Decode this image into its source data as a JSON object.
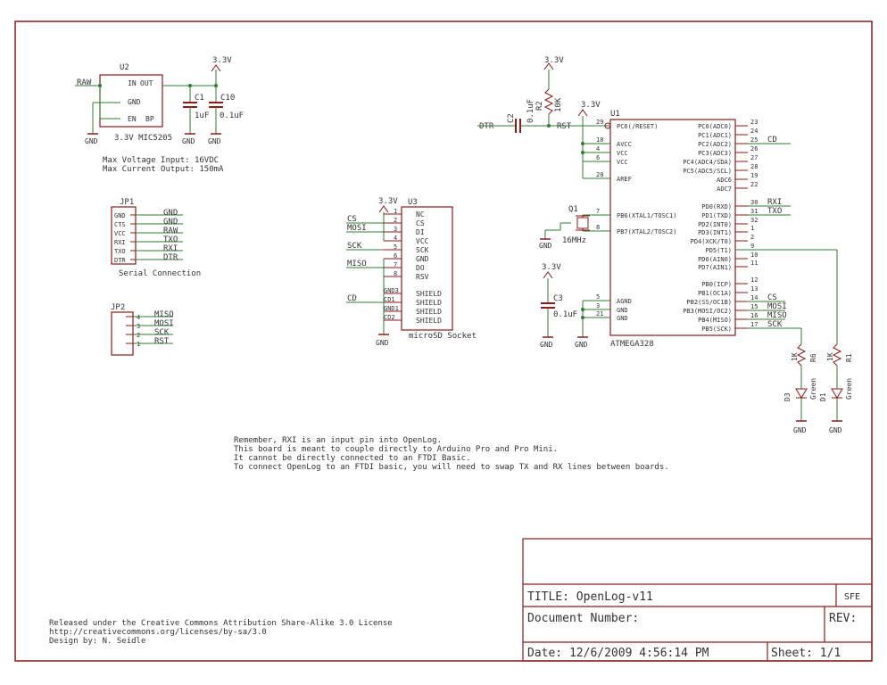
{
  "colors": {
    "frame": "#8b1a1a",
    "wire": "#2e7d32",
    "part": "#8b1a1a",
    "text": "#333333"
  },
  "regulator": {
    "ref": "U2",
    "value": "3.3V MIC5205",
    "pins": {
      "in": "IN",
      "out": "OUT",
      "gnd": "GND",
      "en": "EN",
      "bp": "BP"
    },
    "note_max_voltage": "Max Voltage Input: 16VDC",
    "note_max_current": "Max Current Output: 150mA"
  },
  "power": {
    "raw": "RAW",
    "v33": "3.3V",
    "gnd": "GND",
    "c1_ref": "C1",
    "c1_val": "1uF",
    "c10_ref": "C10",
    "c10_val": "0.1uF"
  },
  "jp1": {
    "ref": "JP1",
    "caption": "Serial Connection",
    "pins": [
      "GND",
      "CTS",
      "VCC",
      "RXI",
      "TXO",
      "DTR"
    ],
    "nets": [
      "GND",
      "GND",
      "RAW",
      "TXO",
      "RXI",
      "DTR"
    ]
  },
  "jp2": {
    "ref": "JP2",
    "pins": [
      "4",
      "3",
      "2",
      "1"
    ],
    "nets": [
      "MISO",
      "MOSI",
      "SCK",
      "RST"
    ]
  },
  "sd": {
    "ref": "U3",
    "caption": "microSD Socket",
    "v33": "3.3V",
    "gnd": "GND",
    "pins": [
      "NC",
      "CS",
      "DI",
      "VCC",
      "SCK",
      "GND",
      "DO",
      "RSV",
      "SHIELD",
      "SHIELD",
      "SHIELD",
      "SHIELD"
    ],
    "pin_numbers": [
      "1",
      "2",
      "3",
      "4",
      "5",
      "6",
      "7",
      "8"
    ],
    "shield_nums": [
      "GND3",
      "CD1",
      "GND1",
      "CD2"
    ],
    "nets": {
      "cs": "CS",
      "mosi": "MOSI",
      "sck": "SCK",
      "miso": "MISO",
      "cd": "CD"
    }
  },
  "reset": {
    "r2_ref": "R2",
    "r2_val": "10K",
    "c2_ref": "C2",
    "c2_val": "0.1uF",
    "dtr": "DTR",
    "rst": "RST",
    "v33": "3.3V"
  },
  "crystal": {
    "ref": "Q1",
    "value": "16MHz",
    "gnd": "GND"
  },
  "c3": {
    "ref": "C3",
    "value": "0.1uF",
    "v33": "3.3V",
    "gnd": "GND"
  },
  "mcu": {
    "ref": "U1",
    "value": "ATMEGA328",
    "v33": "3.3V",
    "gnd": "GND",
    "left_pins": [
      {
        "num": "29",
        "name": "PC6(/RESET)"
      },
      {
        "num": "18",
        "name": "AVCC"
      },
      {
        "num": "4",
        "name": "VCC"
      },
      {
        "num": "6",
        "name": "VCC"
      },
      {
        "num": "20",
        "name": "AREF"
      },
      {
        "num": "7",
        "name": "PB6(XTAL1/TOSC1)"
      },
      {
        "num": "8",
        "name": "PB7(XTAL2/TOSC2)"
      },
      {
        "num": "5",
        "name": "AGND"
      },
      {
        "num": "3",
        "name": "GND"
      },
      {
        "num": "21",
        "name": "GND"
      }
    ],
    "right_pins": [
      {
        "num": "23",
        "name": "PC0(ADC0)"
      },
      {
        "num": "24",
        "name": "PC1(ADC1)"
      },
      {
        "num": "25",
        "name": "PC2(ADC2)"
      },
      {
        "num": "26",
        "name": "PC3(ADC3)"
      },
      {
        "num": "27",
        "name": "PC4(ADC4/SDA)"
      },
      {
        "num": "28",
        "name": "PC5(ADC5/SCL)"
      },
      {
        "num": "19",
        "name": "ADC6"
      },
      {
        "num": "22",
        "name": "ADC7"
      },
      {
        "num": "30",
        "name": "PD0(RXD)"
      },
      {
        "num": "31",
        "name": "PD1(TXD)"
      },
      {
        "num": "32",
        "name": "PD2(INT0)"
      },
      {
        "num": "1",
        "name": "PD3(INT1)"
      },
      {
        "num": "2",
        "name": "PD4(XCK/T0)"
      },
      {
        "num": "9",
        "name": "PD5(T1)"
      },
      {
        "num": "10",
        "name": "PD6(AIN0)"
      },
      {
        "num": "11",
        "name": "PD7(AIN1)"
      },
      {
        "num": "12",
        "name": "PB0(ICP)"
      },
      {
        "num": "13",
        "name": "PB1(OC1A)"
      },
      {
        "num": "14",
        "name": "PB2(SS/OC1B)"
      },
      {
        "num": "15",
        "name": "PB3(MOSI/OC2)"
      },
      {
        "num": "16",
        "name": "PB4(MISO)"
      },
      {
        "num": "17",
        "name": "PB5(SCK)"
      }
    ],
    "nets": {
      "cd": "CD",
      "rxi": "RXI",
      "txo": "TXO",
      "cs": "CS",
      "mosi": "MOSI",
      "miso": "MISO",
      "sck": "SCK"
    }
  },
  "leds": {
    "r6_ref": "R6",
    "r6_val": "1K",
    "r1_ref": "R1",
    "r1_val": "1K",
    "d3_ref": "D3",
    "d1_ref": "D1",
    "color": "Green",
    "gnd": "GND"
  },
  "notes": [
    "Remember, RXI is an input pin into OpenLog.",
    "This board is meant to couple directly to Arduino Pro and Pro Mini.",
    "It cannot be directly connected to an FTDI Basic.",
    "To connect OpenLog to an FTDI basic, you will need to swap TX and RX lines between boards."
  ],
  "license": [
    "Released under the Creative Commons Attribution Share-Alike 3.0 License",
    "http://creativecommons.org/licenses/by-sa/3.0",
    "Design by:  N. Seidle"
  ],
  "title_block": {
    "title": "TITLE: OpenLog-v11",
    "logo": "SFE",
    "doc_number": "Document Number:",
    "rev": "REV:",
    "date": "Date: 12/6/2009 4:56:14 PM",
    "sheet": "Sheet: 1/1"
  }
}
